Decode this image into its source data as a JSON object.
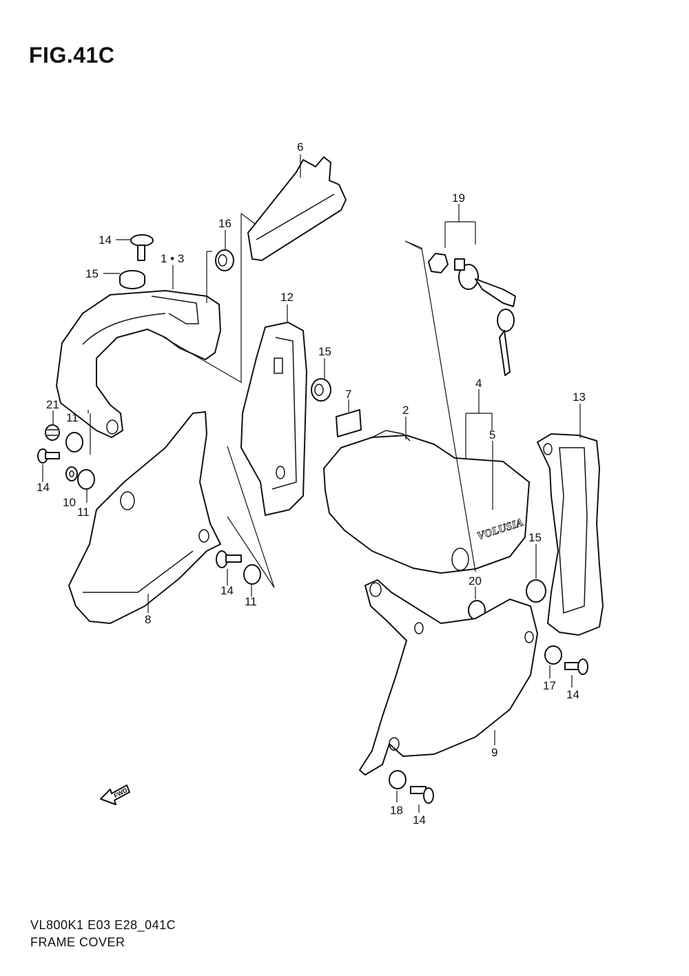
{
  "figure": {
    "title": "FIG.41C",
    "model_code": "VL800K1 E03 E28_041C",
    "section_title": "FRAME COVER"
  },
  "badges": {
    "fwd_label": "FWD",
    "emblem_text": "VOLUSIA"
  },
  "callouts": [
    {
      "id": "c6",
      "text": "6"
    },
    {
      "id": "c16",
      "text": "16"
    },
    {
      "id": "c14a",
      "text": "14"
    },
    {
      "id": "c1-3",
      "text": "1 • 3"
    },
    {
      "id": "c15a",
      "text": "15"
    },
    {
      "id": "c12",
      "text": "12"
    },
    {
      "id": "c15b",
      "text": "15"
    },
    {
      "id": "c21",
      "text": "21"
    },
    {
      "id": "c11a",
      "text": "11"
    },
    {
      "id": "c14b",
      "text": "14"
    },
    {
      "id": "c10",
      "text": "10"
    },
    {
      "id": "c11b",
      "text": "11"
    },
    {
      "id": "c14c",
      "text": "14"
    },
    {
      "id": "c11c",
      "text": "11"
    },
    {
      "id": "c8",
      "text": "8"
    },
    {
      "id": "c19",
      "text": "19"
    },
    {
      "id": "c7",
      "text": "7"
    },
    {
      "id": "c2",
      "text": "2"
    },
    {
      "id": "c4",
      "text": "4"
    },
    {
      "id": "c5",
      "text": "5"
    },
    {
      "id": "c13",
      "text": "13"
    },
    {
      "id": "c15c",
      "text": "15"
    },
    {
      "id": "c20",
      "text": "20"
    },
    {
      "id": "c17",
      "text": "17"
    },
    {
      "id": "c14d",
      "text": "14"
    },
    {
      "id": "c9",
      "text": "9"
    },
    {
      "id": "c18",
      "text": "18"
    },
    {
      "id": "c14e",
      "text": "14"
    }
  ]
}
